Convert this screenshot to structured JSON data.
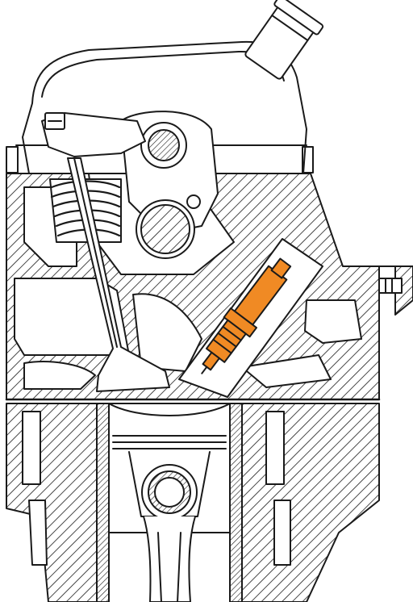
{
  "diagram": {
    "colors": {
      "ink": "#1a1a1a",
      "paper": "#ffffff",
      "spark_plug": "#f08a24",
      "spark_plug_dark": "#c8661a"
    },
    "parts": [
      {
        "id": "valve-cover",
        "icon": "valve-cover-icon"
      },
      {
        "id": "oil-filler-cap",
        "icon": "oil-cap-icon"
      },
      {
        "id": "camshaft",
        "icon": "camshaft-icon"
      },
      {
        "id": "rocker-arm",
        "icon": "rocker-arm-icon"
      },
      {
        "id": "valve-spring",
        "icon": "spring-icon"
      },
      {
        "id": "valve",
        "icon": "valve-icon"
      },
      {
        "id": "cylinder-head",
        "icon": "cylinder-head-icon"
      },
      {
        "id": "spark-plug",
        "icon": "spark-plug-icon",
        "highlighted": true
      },
      {
        "id": "head-gasket-line",
        "icon": "gasket-icon"
      },
      {
        "id": "piston",
        "icon": "piston-icon"
      },
      {
        "id": "connecting-rod",
        "icon": "connecting-rod-icon"
      },
      {
        "id": "wrist-pin",
        "icon": "wrist-pin-icon"
      },
      {
        "id": "cylinder-block",
        "icon": "engine-block-icon"
      }
    ]
  }
}
